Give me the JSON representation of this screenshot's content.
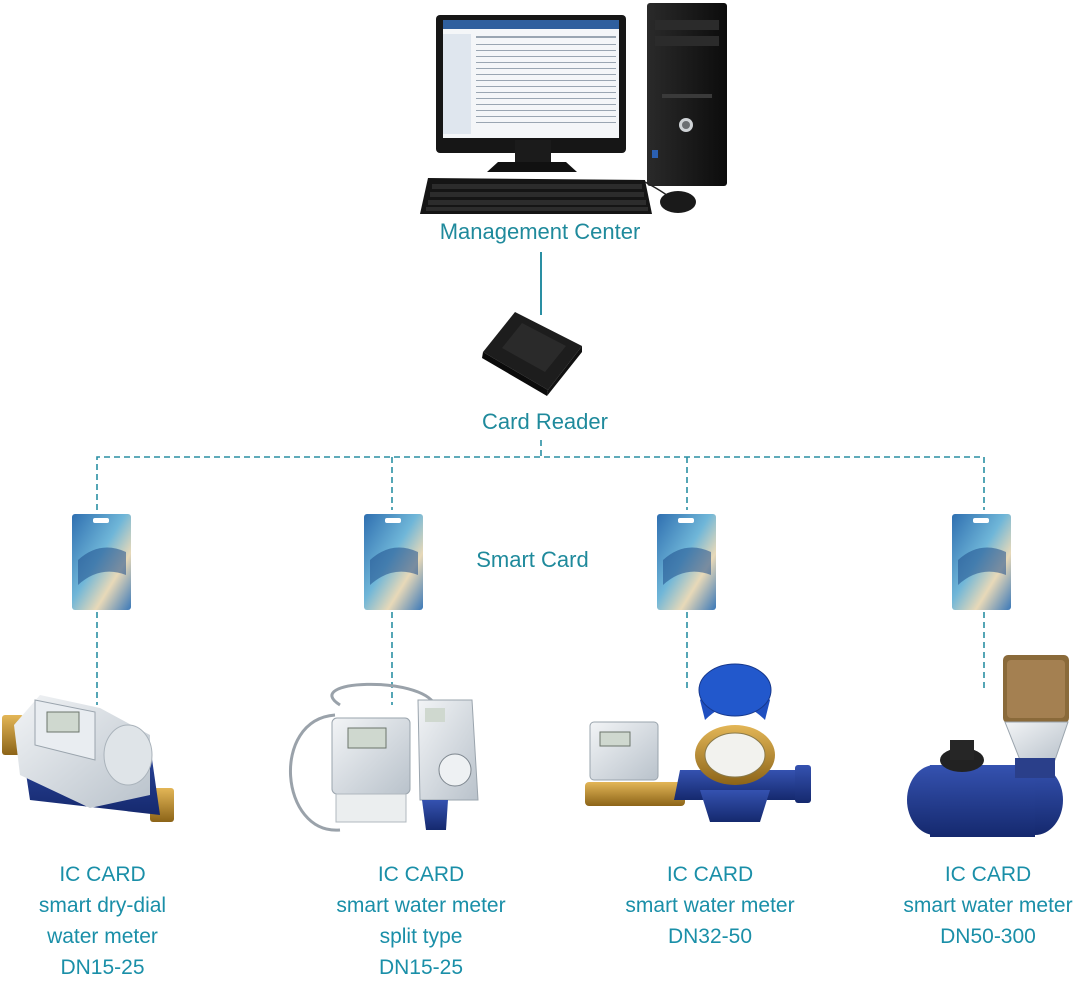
{
  "nodes": {
    "management_center": "Management Center",
    "card_reader": "Card Reader",
    "smart_card": "Smart Card"
  },
  "meters": [
    {
      "line1": "IC CARD",
      "line2": "smart dry-dial",
      "line3": "water meter",
      "line4": "DN15-25"
    },
    {
      "line1": "IC CARD",
      "line2": "smart water meter",
      "line3": "split type",
      "line4": "DN15-25"
    },
    {
      "line1": "IC CARD",
      "line2": "smart water meter",
      "line3": "DN32-50"
    },
    {
      "line1": "IC CARD",
      "line2": "smart water meter",
      "line3": "DN50-300"
    }
  ],
  "colors": {
    "label": "#1f8a9c",
    "connector": "#2a8fa3",
    "meter_body": "#1e3a8a",
    "brass": "#b5862b"
  },
  "icons": [
    "desktop-computer-icon",
    "card-reader-icon",
    "smart-card-icon",
    "water-meter-icon"
  ]
}
